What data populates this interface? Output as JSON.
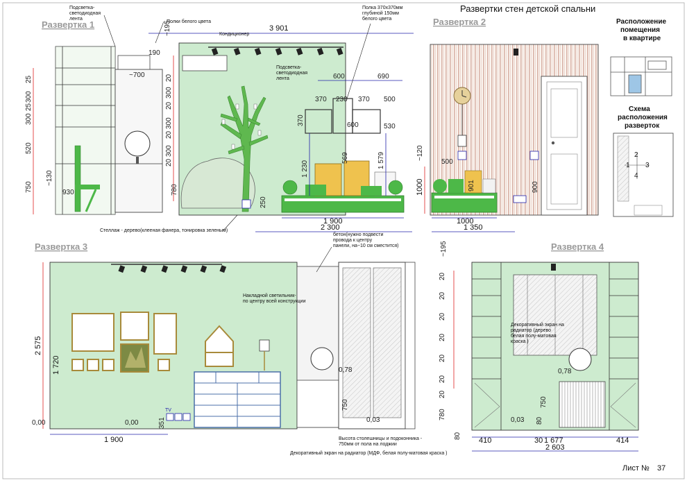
{
  "sheet": {
    "title": "Развертки стен детской спальни",
    "sheet_label": "Лист №",
    "sheet_number": "37"
  },
  "colors": {
    "wall_green": "#cdebcf",
    "furniture_green": "#4db848",
    "wood_yellow": "#efc24e",
    "dimension_red": "#d22222",
    "dimension_blue": "#2a2ab0",
    "tree_green": "#5fb84f"
  },
  "plan": {
    "location_label": "Расположение помещения в квартире",
    "scheme_label": "Схема расположения разверток",
    "scheme_numbers": [
      "1",
      "2",
      "3",
      "4"
    ]
  },
  "r1": {
    "title": "Развертка 1",
    "notes": {
      "led_left": "Подсветка-светодиодная лента",
      "shelves": "Полки белого цвета",
      "ac": "Кондиционер",
      "shelf_box": "Полка 370х370мм глубиной 150мм белого цвета",
      "led_mid": "Подсветка-светодиодная лента",
      "rack": "Стеллаж - дерево(клееная фанера, тонировка зеленым)"
    },
    "dims": {
      "total_w": "3 901",
      "h195": "~195",
      "w190": "190",
      "w700": "~700",
      "l25a": "25",
      "l300a": "300",
      "l25b": "25",
      "l300b": "300",
      "l520": "520",
      "l750": "750",
      "l130": "~130",
      "w930": "930",
      "v20a": "20",
      "v300a": "300",
      "v20b": "20",
      "v300b": "300",
      "v20c": "20",
      "v300c": "300",
      "v20d": "20",
      "v780": "780",
      "w600a": "600",
      "w690": "690",
      "w370": "370",
      "w230": "230",
      "w370b": "370",
      "w500": "500",
      "w600b": "600",
      "w530": "530",
      "h370": "370",
      "h1230": "1 230",
      "h569": "569",
      "h1579": "1 579",
      "h250": "250",
      "w1900": "1 900",
      "w2300": "2 300"
    }
  },
  "r2": {
    "title": "Развертка 2",
    "dims": {
      "h120": "~120",
      "w500": "500",
      "h1000": "1000",
      "h901": "901",
      "h900": "900",
      "w1000": "1000",
      "w1350": "1 350"
    }
  },
  "r3": {
    "title": "Развертка 3",
    "notes": {
      "concrete": "бетон(нужно подвести провода к центру панели, на~10 см сместится)",
      "light": "Накладной светильник-по центру всей конструкции",
      "height": "Высота столешницы и подоконника - 750мм от пола на лоджии",
      "radiator": "Декоративный экран на радиатор (МДФ, белая полу-матовая краска )",
      "tv": "TV"
    },
    "dims": {
      "h2575": "2 575",
      "h1720": "1 720",
      "zero_a": "0,00",
      "zero_b": "0,00",
      "h351": "351",
      "w1900": "1 900",
      "v078": "0,78",
      "h750": "750",
      "v003": "0,03"
    }
  },
  "r4": {
    "title": "Развертка 4",
    "notes": {
      "radiator": "Декоративный экран на радиатор (дерево белая полу-матовая краска )"
    },
    "dims": {
      "h195": "~195",
      "s20": [
        "20",
        "20",
        "20",
        "20",
        "20",
        "20",
        "20"
      ],
      "h780": "780",
      "h80": "80",
      "v003": "0,03",
      "h80b": "80",
      "v078": "0,78",
      "h750": "750",
      "w410": "410",
      "w30": "30",
      "w1677": "1 677",
      "w414": "414",
      "w2603": "2 603"
    }
  }
}
